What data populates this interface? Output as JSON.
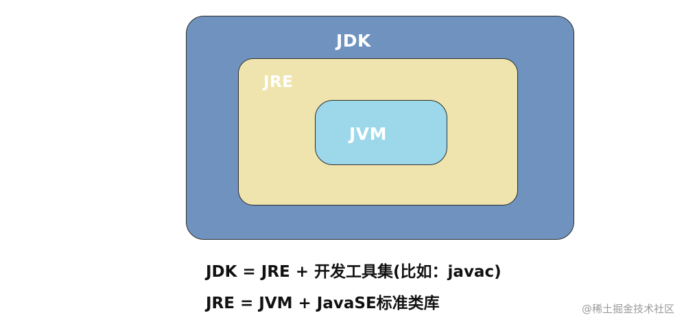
{
  "diagram": {
    "outer": {
      "label": "JDK",
      "color": "#6f93be"
    },
    "middle": {
      "label": "JRE",
      "color": "#efe4ae"
    },
    "inner": {
      "label": "JVM",
      "color": "#9cd8ea"
    }
  },
  "formulas": [
    "JDK = JRE + 开发工具集(比如：javac)",
    "JRE = JVM + JavaSE标准类库"
  ],
  "watermark": "@稀土掘金技术社区"
}
